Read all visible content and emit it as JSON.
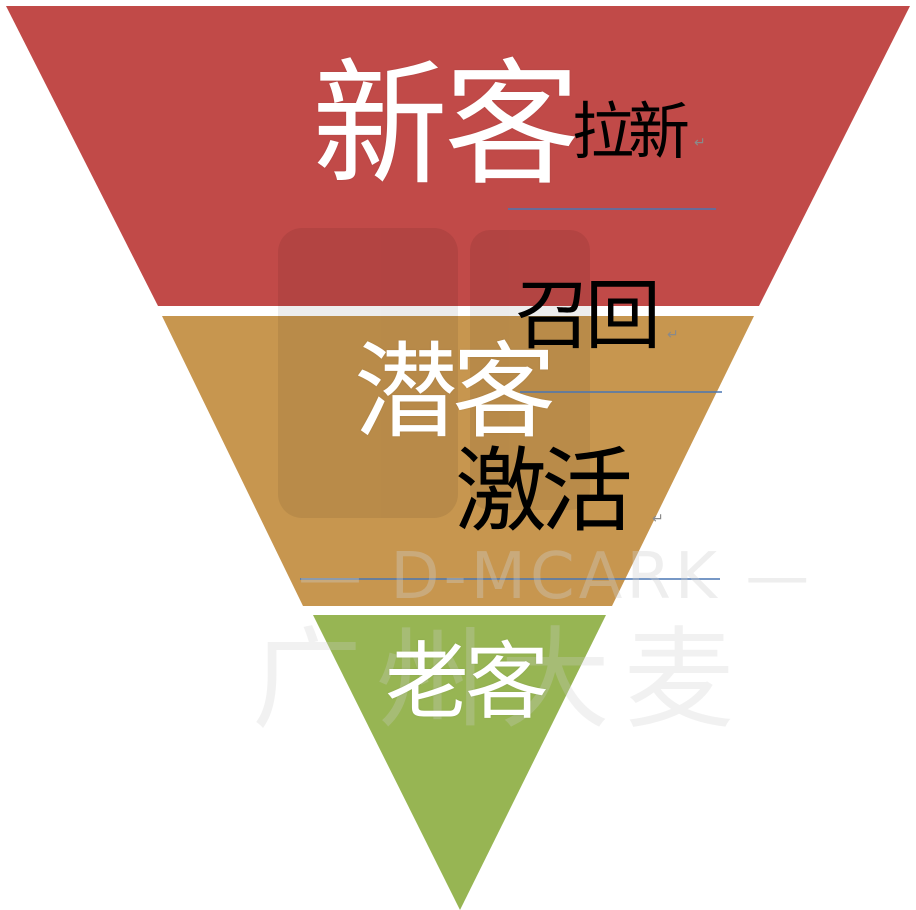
{
  "funnel": {
    "layers": [
      {
        "label": "新客",
        "color": "#c14a48"
      },
      {
        "label": "潜客",
        "color": "#c7964f"
      },
      {
        "label": "老客",
        "color": "#97b553"
      }
    ],
    "actions": [
      {
        "label": "拉新"
      },
      {
        "label": "召回"
      },
      {
        "label": "激活"
      }
    ],
    "paragraph_mark": "↵",
    "rule_color": "#4a76b3"
  },
  "watermark": {
    "latin": "— D-MCARK —",
    "chinese": "广州大麦"
  }
}
